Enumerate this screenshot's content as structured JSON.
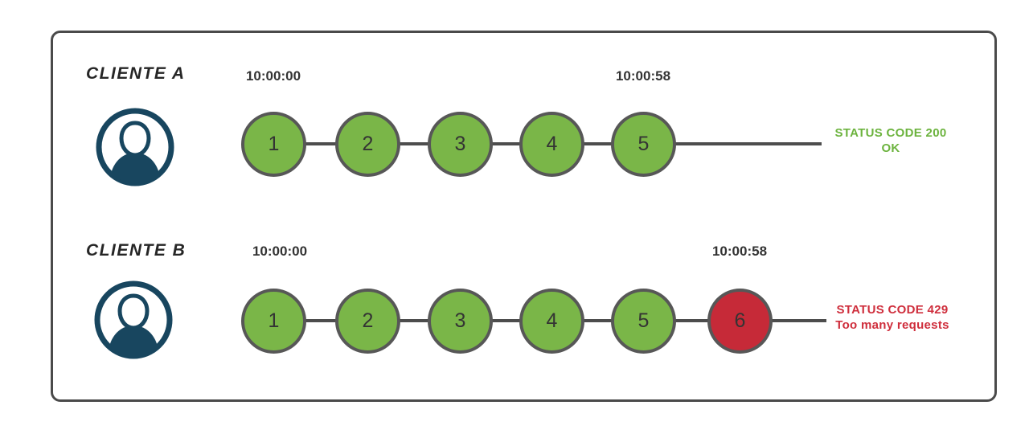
{
  "rows": [
    {
      "client": "CLIENTE A",
      "time_start": "10:00:00",
      "time_end": "10:00:58",
      "circles": [
        "1",
        "2",
        "3",
        "4",
        "5"
      ],
      "status_line1": "STATUS CODE 200",
      "status_line2": "OK"
    },
    {
      "client": "CLIENTE B",
      "time_start": "10:00:00",
      "time_end": "10:00:58",
      "circles": [
        "1",
        "2",
        "3",
        "4",
        "5",
        "6"
      ],
      "status_line1": "STATUS CODE 429",
      "status_line2": "Too many requests"
    }
  ],
  "icons": {
    "user_icon": "user-avatar-icon"
  },
  "colors": {
    "request_ok": "#7ab648",
    "request_blocked": "#c62a38",
    "status_ok_text": "#6cb33e",
    "status_error_text": "#cf2e3c",
    "avatar_navy": "#18465f",
    "line_gray": "#4d4d4d",
    "frame_border": "#4a4a4a"
  }
}
